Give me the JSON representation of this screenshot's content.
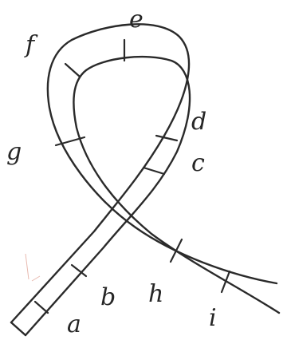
{
  "diagram": {
    "segment_labels": [
      "a",
      "b",
      "c",
      "d",
      "e",
      "f",
      "g",
      "h",
      "i"
    ],
    "colors": {
      "ink": "#2a2a2a",
      "label": "#262626",
      "background": "#ffffff"
    }
  }
}
